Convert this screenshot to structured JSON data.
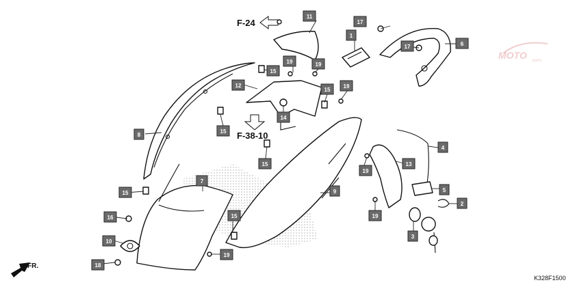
{
  "refs": {
    "f24": "F-24",
    "f3810": "F-38-10",
    "fr": "FR.",
    "code": "K328F1500"
  },
  "watermark": {
    "brand": "MOTO",
    "sub": "parts"
  },
  "callouts": [
    {
      "label": "11",
      "part": "11"
    },
    {
      "label": "17",
      "part": "17"
    },
    {
      "label": "6",
      "part": "6"
    },
    {
      "label": "1",
      "part": "1"
    },
    {
      "label": "17",
      "part": "17"
    },
    {
      "label": "19",
      "part": "19"
    },
    {
      "label": "15",
      "part": "15"
    },
    {
      "label": "19",
      "part": "19"
    },
    {
      "label": "12",
      "part": "12"
    },
    {
      "label": "15",
      "part": "15"
    },
    {
      "label": "19",
      "part": "19"
    },
    {
      "label": "14",
      "part": "14"
    },
    {
      "label": "15",
      "part": "15"
    },
    {
      "label": "8",
      "part": "8"
    },
    {
      "label": "4",
      "part": "4"
    },
    {
      "label": "15",
      "part": "15"
    },
    {
      "label": "13",
      "part": "13"
    },
    {
      "label": "19",
      "part": "19"
    },
    {
      "label": "7",
      "part": "7"
    },
    {
      "label": "9",
      "part": "9"
    },
    {
      "label": "5",
      "part": "5"
    },
    {
      "label": "15",
      "part": "15"
    },
    {
      "label": "2",
      "part": "2"
    },
    {
      "label": "16",
      "part": "16"
    },
    {
      "label": "15",
      "part": "15"
    },
    {
      "label": "19",
      "part": "19"
    },
    {
      "label": "10",
      "part": "10"
    },
    {
      "label": "3",
      "part": "3"
    },
    {
      "label": "19",
      "part": "19"
    },
    {
      "label": "18",
      "part": "18"
    }
  ],
  "colors": {
    "callout_fill": "#6b6b6b",
    "line": "#111111",
    "watermark": "#e6a5a5"
  }
}
